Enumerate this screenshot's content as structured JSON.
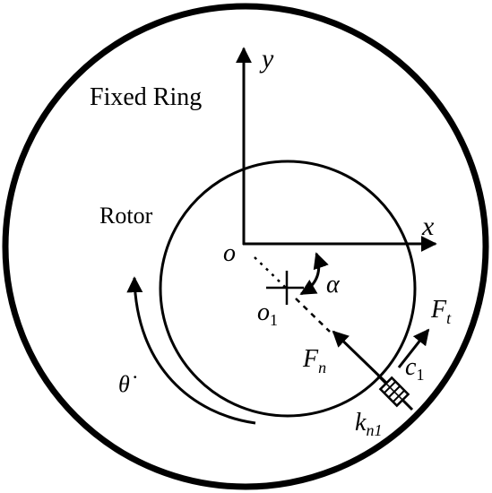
{
  "labels": {
    "fixed_ring": "Fixed Ring",
    "rotor": "Rotor",
    "x_axis": "x",
    "y_axis": "y",
    "origin": "o",
    "rotor_center": {
      "base": "o",
      "sub": "1"
    },
    "angle": "α",
    "normal_force": {
      "base": "F",
      "sub": "n"
    },
    "tangential_force": {
      "base": "F",
      "sub": "t"
    },
    "damping": {
      "base": "c",
      "sub": "1"
    },
    "stiffness": {
      "base": "k",
      "sub": "n1"
    },
    "rotation_speed": "θ̇"
  },
  "colors": {
    "stroke": "#000000",
    "background": "#ffffff"
  }
}
